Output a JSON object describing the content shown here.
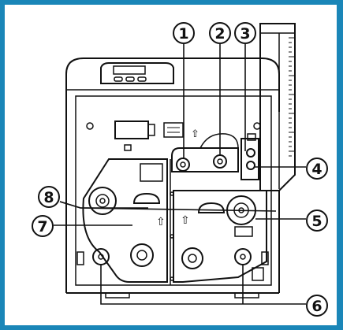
{
  "figure": {
    "frame_color": "#1a86b8",
    "line_color": "#111111",
    "callouts": [
      {
        "label": "1"
      },
      {
        "label": "2"
      },
      {
        "label": "3"
      },
      {
        "label": "4"
      },
      {
        "label": "5"
      },
      {
        "label": "6"
      },
      {
        "label": "7"
      },
      {
        "label": "8"
      }
    ]
  }
}
